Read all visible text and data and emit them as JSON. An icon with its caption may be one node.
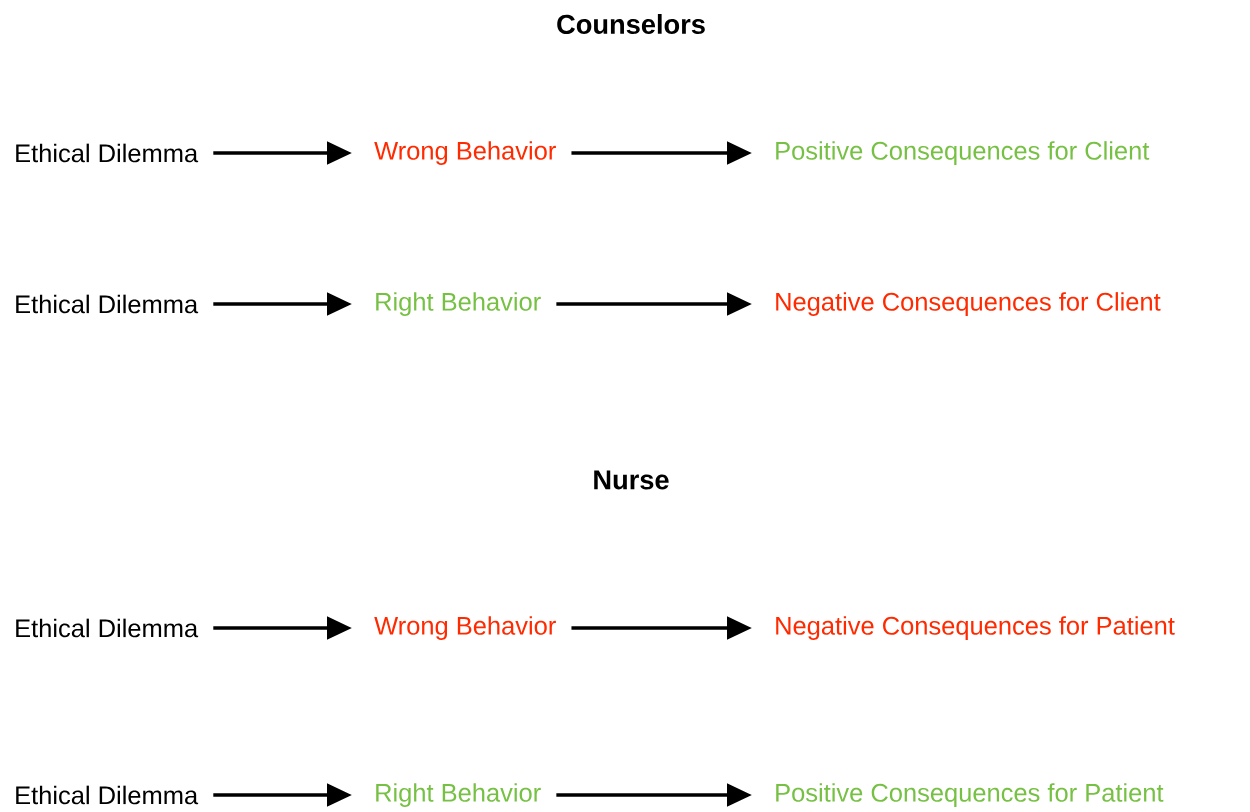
{
  "diagram": {
    "nodes": [
      {
        "text": [
          "Ethical Dilemma"
        ]
      },
      {
        "text": [
          "Wrong Behavior"
        ]
      },
      {
        "text": [
          "Positive Consequences for Client"
        ]
      },
      {
        "text": [
          "Ethical Dilemma"
        ]
      },
      {
        "text": [
          "Right Behavior"
        ]
      },
      {
        "text": [
          "Negative Consequences for Client"
        ]
      },
      {
        "text": [
          "Ethical Dilemma"
        ]
      },
      {
        "text": [
          "Wrong Behavior"
        ]
      },
      {
        "text": [
          "Negative Consequences for Patient"
        ]
      },
      {
        "text": [
          "Ethical Dilemma"
        ]
      },
      {
        "text": [
          "Right Behavior"
        ]
      },
      {
        "text": [
          "Positive Consequences for Patient"
        ]
      }
    ],
    "edges": [
      {
        "from": 0,
        "to": 1,
        "arrow": "to"
      },
      {
        "from": 1,
        "to": 2,
        "arrow": "to"
      },
      {
        "from": 3,
        "to": 4,
        "arrow": "to"
      },
      {
        "from": 4,
        "to": 5,
        "arrow": "to"
      },
      {
        "from": 6,
        "to": 7,
        "arrow": "to"
      },
      {
        "from": 7,
        "to": 8,
        "arrow": "to"
      },
      {
        "from": 9,
        "to": 10,
        "arrow": "to"
      },
      {
        "from": 10,
        "to": 11,
        "arrow": "to"
      }
    ],
    "labels": [
      "Counselors",
      "Nurse"
    ]
  }
}
